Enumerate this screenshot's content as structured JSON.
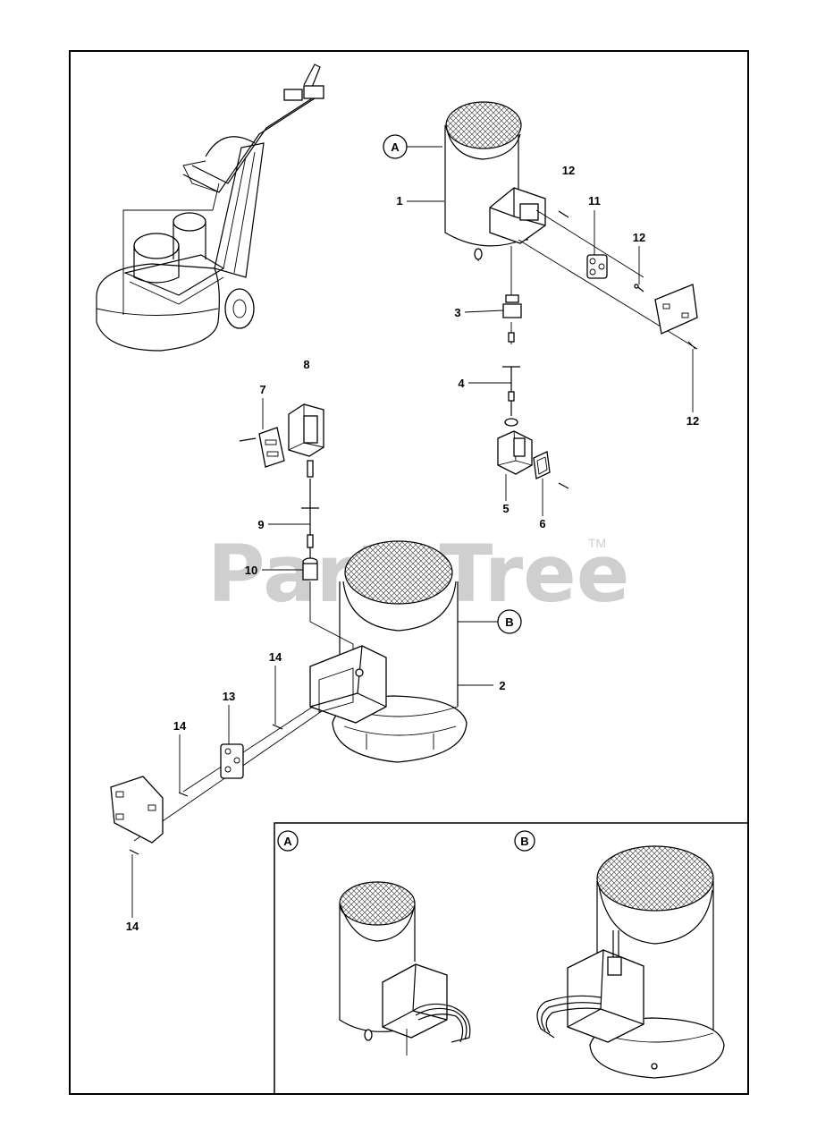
{
  "diagram": {
    "callouts": {
      "A_top": "A",
      "B_mid": "B",
      "A_inset": "A",
      "B_inset": "B"
    },
    "part_numbers": {
      "p1": "1",
      "p2": "2",
      "p3": "3",
      "p4": "4",
      "p5": "5",
      "p6": "6",
      "p7": "7",
      "p8": "8",
      "p9": "9",
      "p10": "10",
      "p11": "11",
      "p12a": "12",
      "p12b": "12",
      "p12c": "12",
      "p13": "13",
      "p14a": "14",
      "p14b": "14",
      "p14c": "14"
    },
    "watermark": {
      "text": "PartsTree",
      "trademark": "TM"
    }
  }
}
